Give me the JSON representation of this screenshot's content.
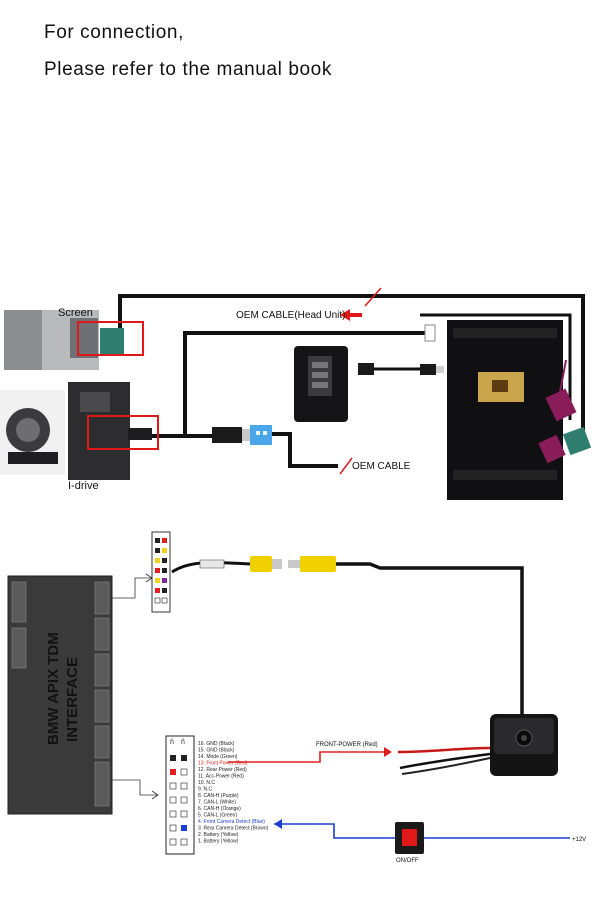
{
  "intro": {
    "line1": "For connection,",
    "line2": "Please refer to the manual book"
  },
  "top_diagram": {
    "screen_label": "Screen",
    "idrive_label": "I-drive",
    "oem_cable_head_unit": "OEM CABLE(Head Unit)",
    "oem_cable": "OEM CABLE"
  },
  "bottom_diagram": {
    "interface_title_line1": "BMW APIX TDM",
    "interface_title_line2": "INTERFACE",
    "front_power_label": "FRONT-POWER (Red)",
    "plus12v_label": "+12V",
    "switch_label": "ON/OFF",
    "pin_list": [
      "16. GND (Black)",
      "15. GND (Black)",
      "14. Mode (Green)",
      "13. Front Power (Red)",
      "12. Rear Power (Red)",
      "11. Acc-Power (Red)",
      "10. N.C",
      "9. N.C",
      "8. CAN-H (Purple)",
      "7. CAN-L (White)",
      "6. CAN-H (Orange)",
      "5. CAN-L (Green)",
      "4. Front Camera Detect (Blue)",
      "3. Rear Camera Detect (Brown)",
      "2. Battery (Yellow)",
      "1. Battery (Yellow)"
    ],
    "pin_colors": {
      "front_power": "#e02020",
      "front_camera_detect": "#1a3fd0",
      "default": "#222222"
    }
  },
  "colors": {
    "highlight_box": "#e01818",
    "cable_black": "#111111",
    "fakra_violet": "#8a1c5a",
    "fakra_green": "#2f7d6e",
    "blue_wire": "#1a3fd0",
    "red_wire": "#e02020"
  }
}
